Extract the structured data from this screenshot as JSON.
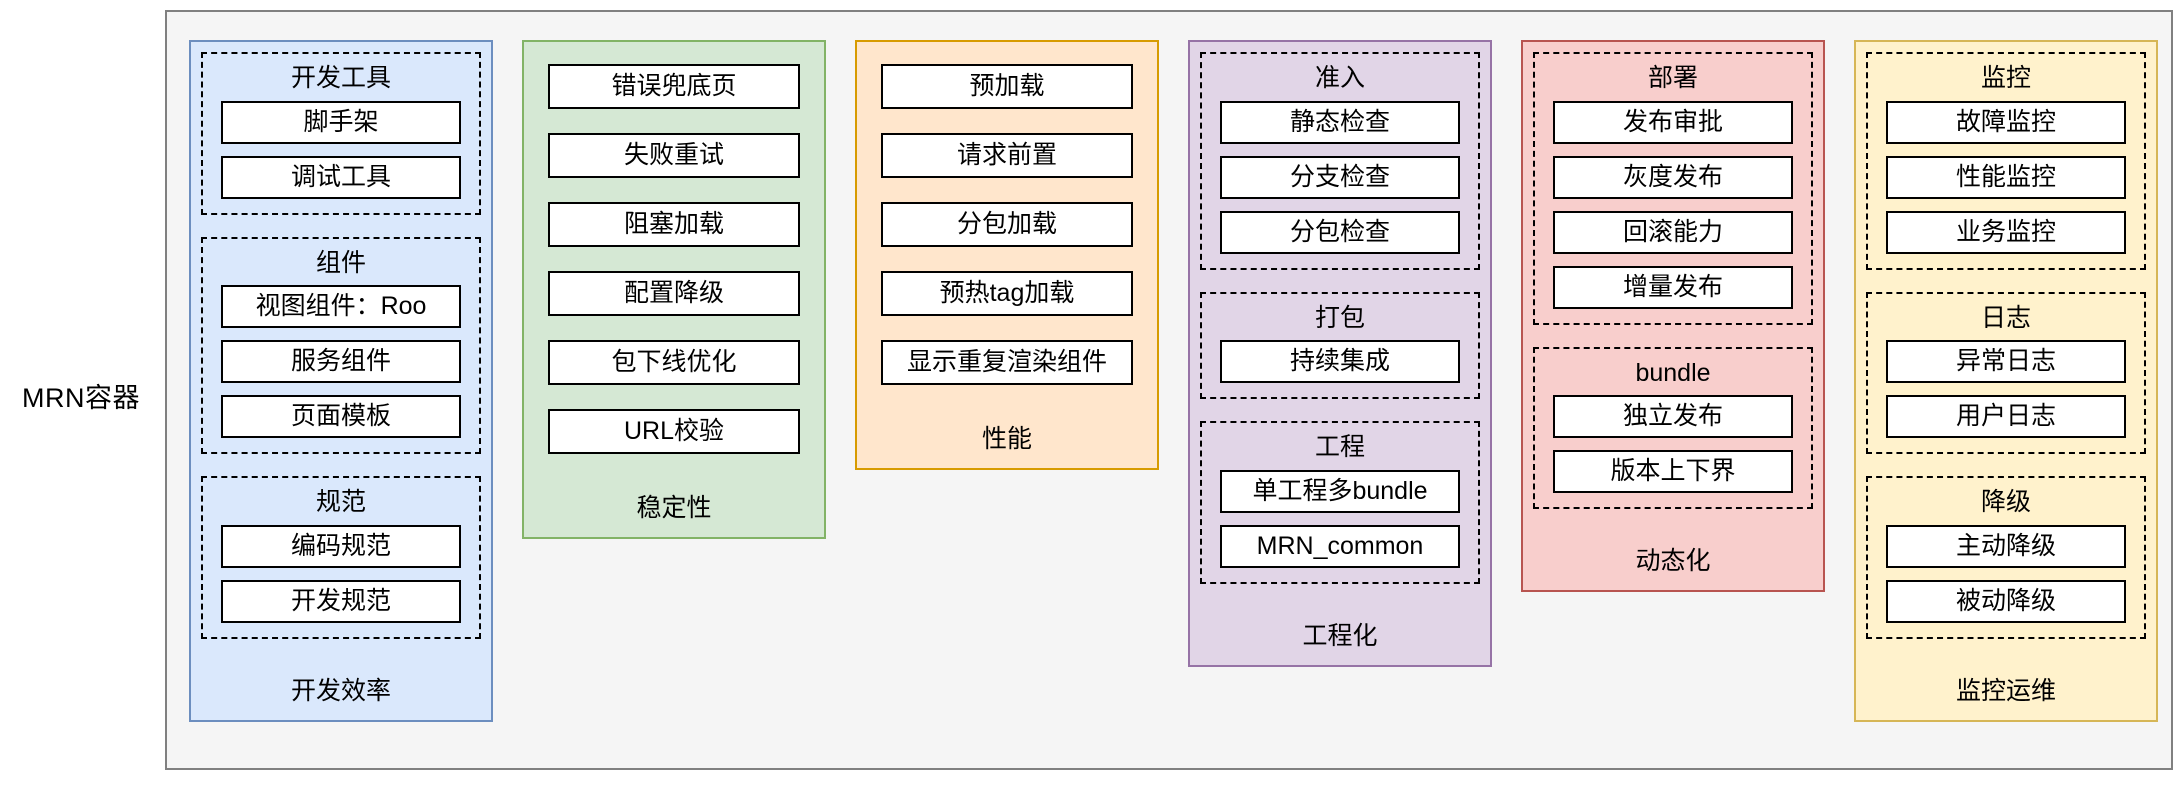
{
  "diagram": {
    "root_label": "MRN容器",
    "container_bg": "#f5f5f5",
    "container_border": "#808080",
    "columns": [
      {
        "label": "开发效率",
        "theme": "t-blue",
        "fill": "#dae8fc",
        "stroke": "#6c8ebf",
        "layout": "grouped",
        "groups": [
          {
            "title": "开发工具",
            "items": [
              "脚手架",
              "调试工具"
            ]
          },
          {
            "title": "组件",
            "items": [
              "视图组件：Roo",
              "服务组件",
              "页面模板"
            ]
          },
          {
            "title": "规范",
            "items": [
              "编码规范",
              "开发规范"
            ]
          }
        ]
      },
      {
        "label": "稳定性",
        "theme": "t-green",
        "fill": "#d5e8d4",
        "stroke": "#82b366",
        "layout": "flat",
        "items": [
          "错误兜底页",
          "失败重试",
          "阻塞加载",
          "配置降级",
          "包下线优化",
          "URL校验"
        ]
      },
      {
        "label": "性能",
        "theme": "t-orange",
        "fill": "#ffe6cc",
        "stroke": "#d79b00",
        "layout": "flat",
        "items": [
          "预加载",
          "请求前置",
          "分包加载",
          "预热tag加载",
          "显示重复渲染组件"
        ]
      },
      {
        "label": "工程化",
        "theme": "t-purple",
        "fill": "#e1d5e7",
        "stroke": "#9673a6",
        "layout": "grouped",
        "groups": [
          {
            "title": "准入",
            "items": [
              "静态检查",
              "分支检查",
              "分包检查"
            ]
          },
          {
            "title": "打包",
            "items": [
              "持续集成"
            ]
          },
          {
            "title": "工程",
            "items": [
              "单工程多bundle",
              "MRN_common"
            ]
          }
        ]
      },
      {
        "label": "动态化",
        "theme": "t-red",
        "fill": "#f8cecc",
        "stroke": "#b85450",
        "layout": "grouped",
        "groups": [
          {
            "title": "部署",
            "items": [
              "发布审批",
              "灰度发布",
              "回滚能力",
              "增量发布"
            ]
          },
          {
            "title": "bundle",
            "items": [
              "独立发布",
              "版本上下界"
            ]
          }
        ]
      },
      {
        "label": "监控运维",
        "theme": "t-yellow",
        "fill": "#fff2cc",
        "stroke": "#d6b656",
        "layout": "grouped",
        "groups": [
          {
            "title": "监控",
            "items": [
              "故障监控",
              "性能监控",
              "业务监控"
            ]
          },
          {
            "title": "日志",
            "items": [
              "异常日志",
              "用户日志"
            ]
          },
          {
            "title": "降级",
            "items": [
              "主动降级",
              "被动降级"
            ]
          }
        ]
      }
    ]
  }
}
